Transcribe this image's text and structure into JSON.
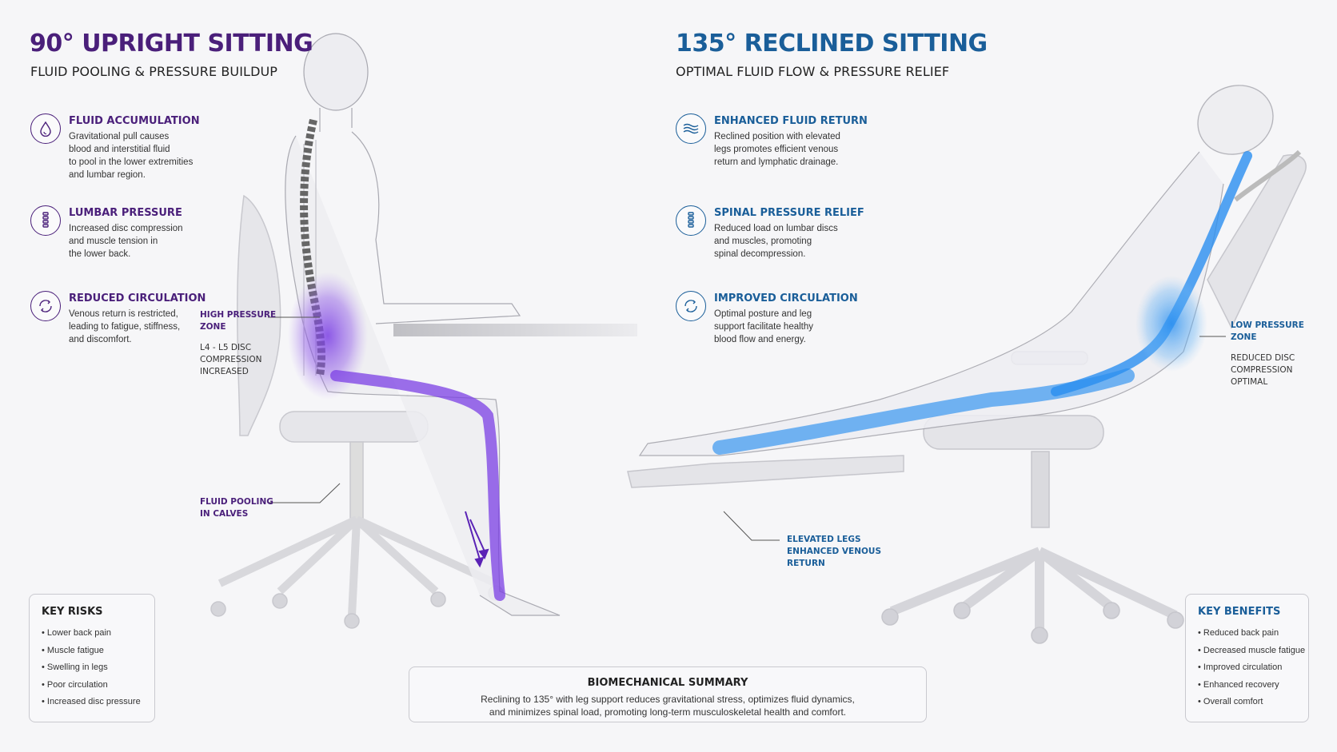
{
  "left": {
    "title": "90° UPRIGHT SITTING",
    "subtitle": "FLUID POOLING & PRESSURE BUILDUP",
    "features": [
      {
        "icon": "water-drop-icon",
        "heading": "FLUID ACCUMULATION",
        "body": "Gravitational pull causes\nblood and interstitial fluid\nto pool in the lower extremities\nand lumbar region."
      },
      {
        "icon": "spine-icon",
        "heading": "LUMBAR PRESSURE",
        "body": "Increased disc compression\nand muscle tension in\nthe lower back."
      },
      {
        "icon": "circulation-cycle-icon",
        "heading": "REDUCED CIRCULATION",
        "body": "Venous return is restricted,\nleading to fatigue, stiffness,\nand discomfort."
      }
    ],
    "annotations": {
      "high_pressure": "HIGH PRESSURE\nZONE",
      "disc": "L4 - L5 DISC\nCOMPRESSION\nINCREASED",
      "fluid_pooling": "FLUID POOLING\nIN CALVES"
    },
    "key_box": {
      "title": "KEY RISKS",
      "items": [
        "• Lower back pain",
        "• Muscle fatigue",
        "• Swelling in legs",
        "• Poor circulation",
        "• Increased disc pressure"
      ]
    }
  },
  "right": {
    "title": "135° RECLINED SITTING",
    "subtitle": "OPTIMAL FLUID FLOW & PRESSURE RELIEF",
    "features": [
      {
        "icon": "waves-icon",
        "heading": "ENHANCED FLUID RETURN",
        "body": "Reclined position with elevated\nlegs promotes efficient venous\nreturn and lymphatic drainage."
      },
      {
        "icon": "spine-icon",
        "heading": "SPINAL PRESSURE RELIEF",
        "body": "Reduced load on lumbar discs\nand muscles, promoting\nspinal decompression."
      },
      {
        "icon": "circulation-cycle-icon",
        "heading": "IMPROVED CIRCULATION",
        "body": "Optimal posture and leg\nsupport facilitate healthy\nblood flow and energy."
      }
    ],
    "annotations": {
      "low_pressure": "LOW PRESSURE\nZONE",
      "disc": "REDUCED DISC\nCOMPRESSION\nOPTIMAL",
      "elevated_legs": "ELEVATED LEGS\nENHANCED VENOUS\nRETURN"
    },
    "key_box": {
      "title": "KEY BENEFITS",
      "items": [
        "• Reduced back pain",
        "• Decreased muscle fatigue",
        "• Improved circulation",
        "• Enhanced recovery",
        "• Overall comfort"
      ]
    }
  },
  "summary": {
    "title": "BIOMECHANICAL SUMMARY",
    "text": "Reclining to 135° with leg support reduces gravitational stress, optimizes fluid dynamics,\nand minimizes spinal load, promoting long-term musculoskeletal health and comfort."
  },
  "colors": {
    "purple_accent": "#4a1f7a",
    "blue_accent": "#1a5e99",
    "purple_flow": "#7b3fe4",
    "blue_flow": "#2a8ff0"
  }
}
